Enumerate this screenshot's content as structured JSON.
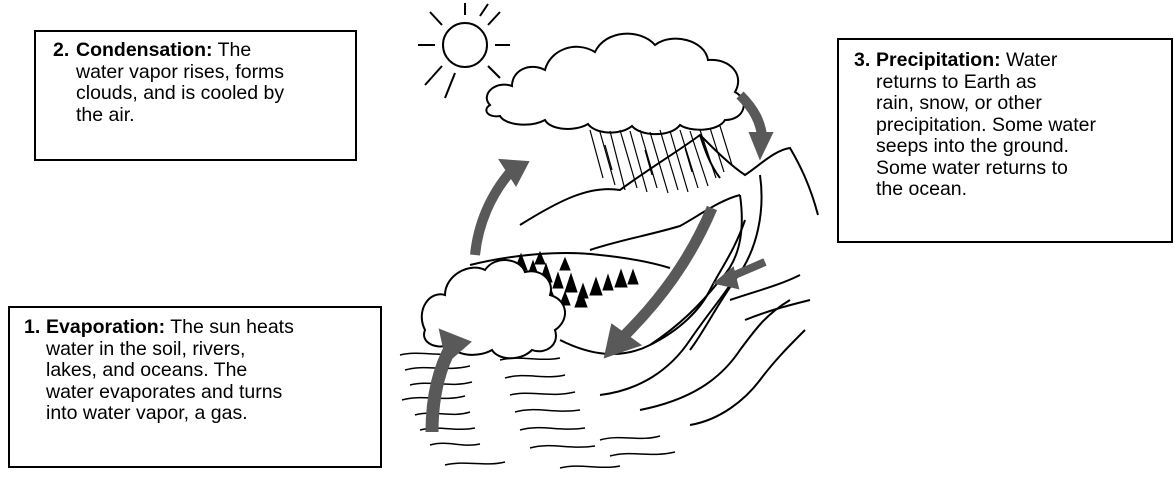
{
  "steps": [
    {
      "number": "1.",
      "heading": "Evaporation:",
      "lines": [
        "The sun heats",
        "water in the soil, rivers,",
        "lakes, and oceans. The",
        "water evaporates and turns",
        "into water vapor, a gas."
      ]
    },
    {
      "number": "2.",
      "heading": "Condensation:",
      "lines": [
        "The",
        "water vapor rises, forms",
        "clouds, and is cooled by",
        "the air."
      ]
    },
    {
      "number": "3.",
      "heading": "Precipitation:",
      "lines": [
        "Water",
        "returns to Earth as",
        "rain, snow, or other",
        "precipitation. Some water",
        "seeps into the ground.",
        "Some water returns to",
        "the ocean."
      ]
    }
  ],
  "colors": {
    "ink": "#000000",
    "arrow": "#595959",
    "background": "#ffffff"
  }
}
